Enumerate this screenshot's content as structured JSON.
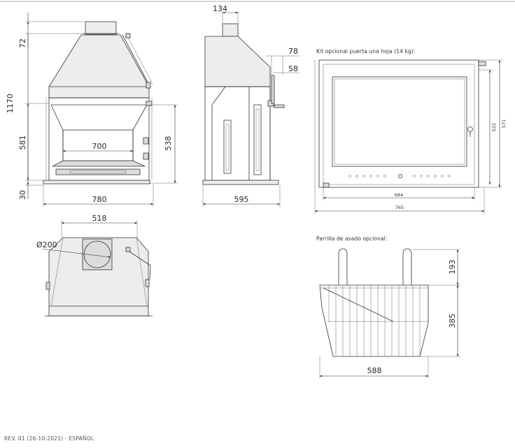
{
  "dimensions": {
    "front": {
      "height_total": "1170",
      "chimney_top": "72",
      "opening_height": "581",
      "base": "30",
      "opening_width": "700",
      "width_total": "780",
      "side_height": "538"
    },
    "side": {
      "collar": "134",
      "depth": "595",
      "offset_a": "78",
      "offset_b": "58"
    },
    "top": {
      "width": "518",
      "flue_diameter": "Ø200"
    },
    "door": {
      "inner_width": "684",
      "outer_width": "765",
      "inner_height": "522",
      "outer_height": "571"
    },
    "grill": {
      "handle_height": "193",
      "basket_height": "385",
      "width": "588"
    }
  },
  "captions": {
    "door_kit": "Kit opcional puerta una hoja (14 kg):",
    "grill": "Parrilla de asado opcional:"
  },
  "footer": {
    "revision": "REV. 01 (26-10-2021) - ESPAÑOL"
  }
}
